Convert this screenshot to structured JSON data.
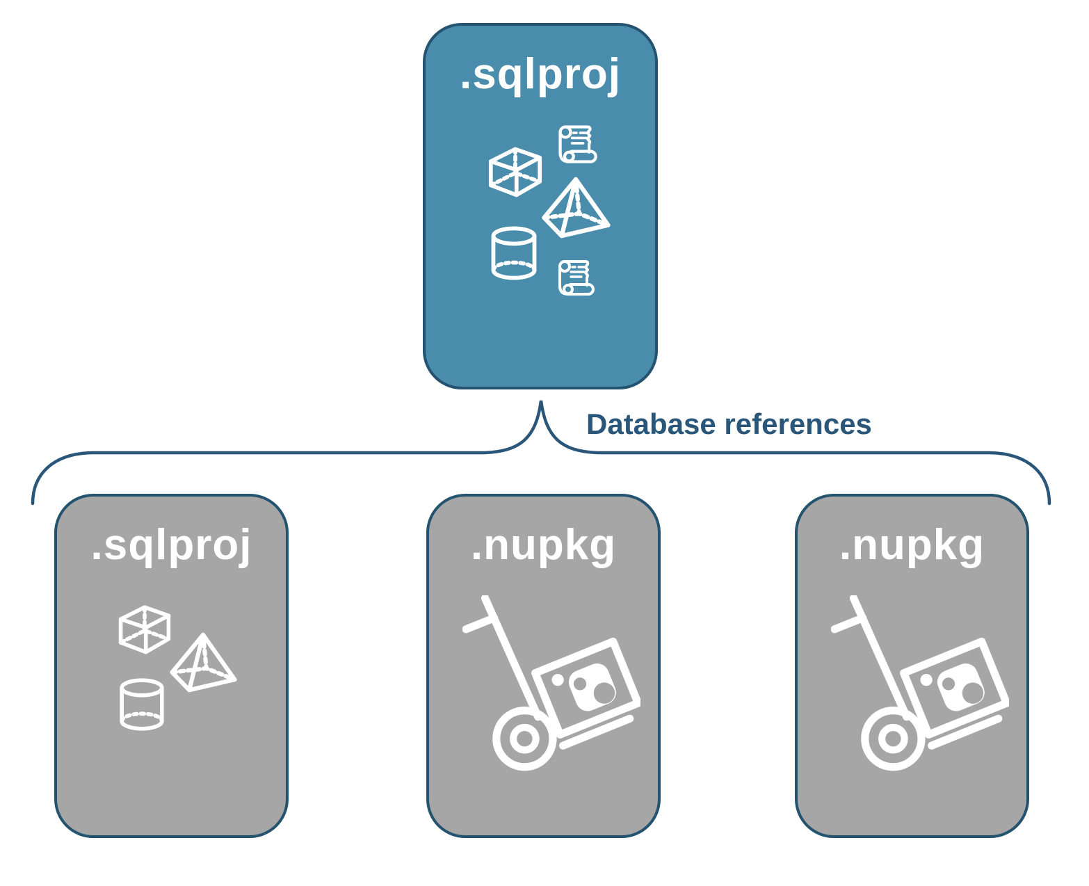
{
  "diagram": {
    "parent": {
      "label": ".sqlproj",
      "icons": [
        "scroll",
        "cube",
        "pyramid",
        "cylinder",
        "scroll"
      ]
    },
    "connector": {
      "label": "Database references"
    },
    "children": [
      {
        "label": ".sqlproj",
        "icon": "sql-geometry-objects"
      },
      {
        "label": ".nupkg",
        "icon": "nuget-handtruck-package"
      },
      {
        "label": ".nupkg",
        "icon": "nuget-handtruck-package"
      }
    ],
    "colors": {
      "parent_fill": "#4a8cab",
      "child_fill": "#a6a6a6",
      "border": "#24536f",
      "label_text": "#2a567a",
      "icon_stroke": "#ffffff"
    }
  }
}
